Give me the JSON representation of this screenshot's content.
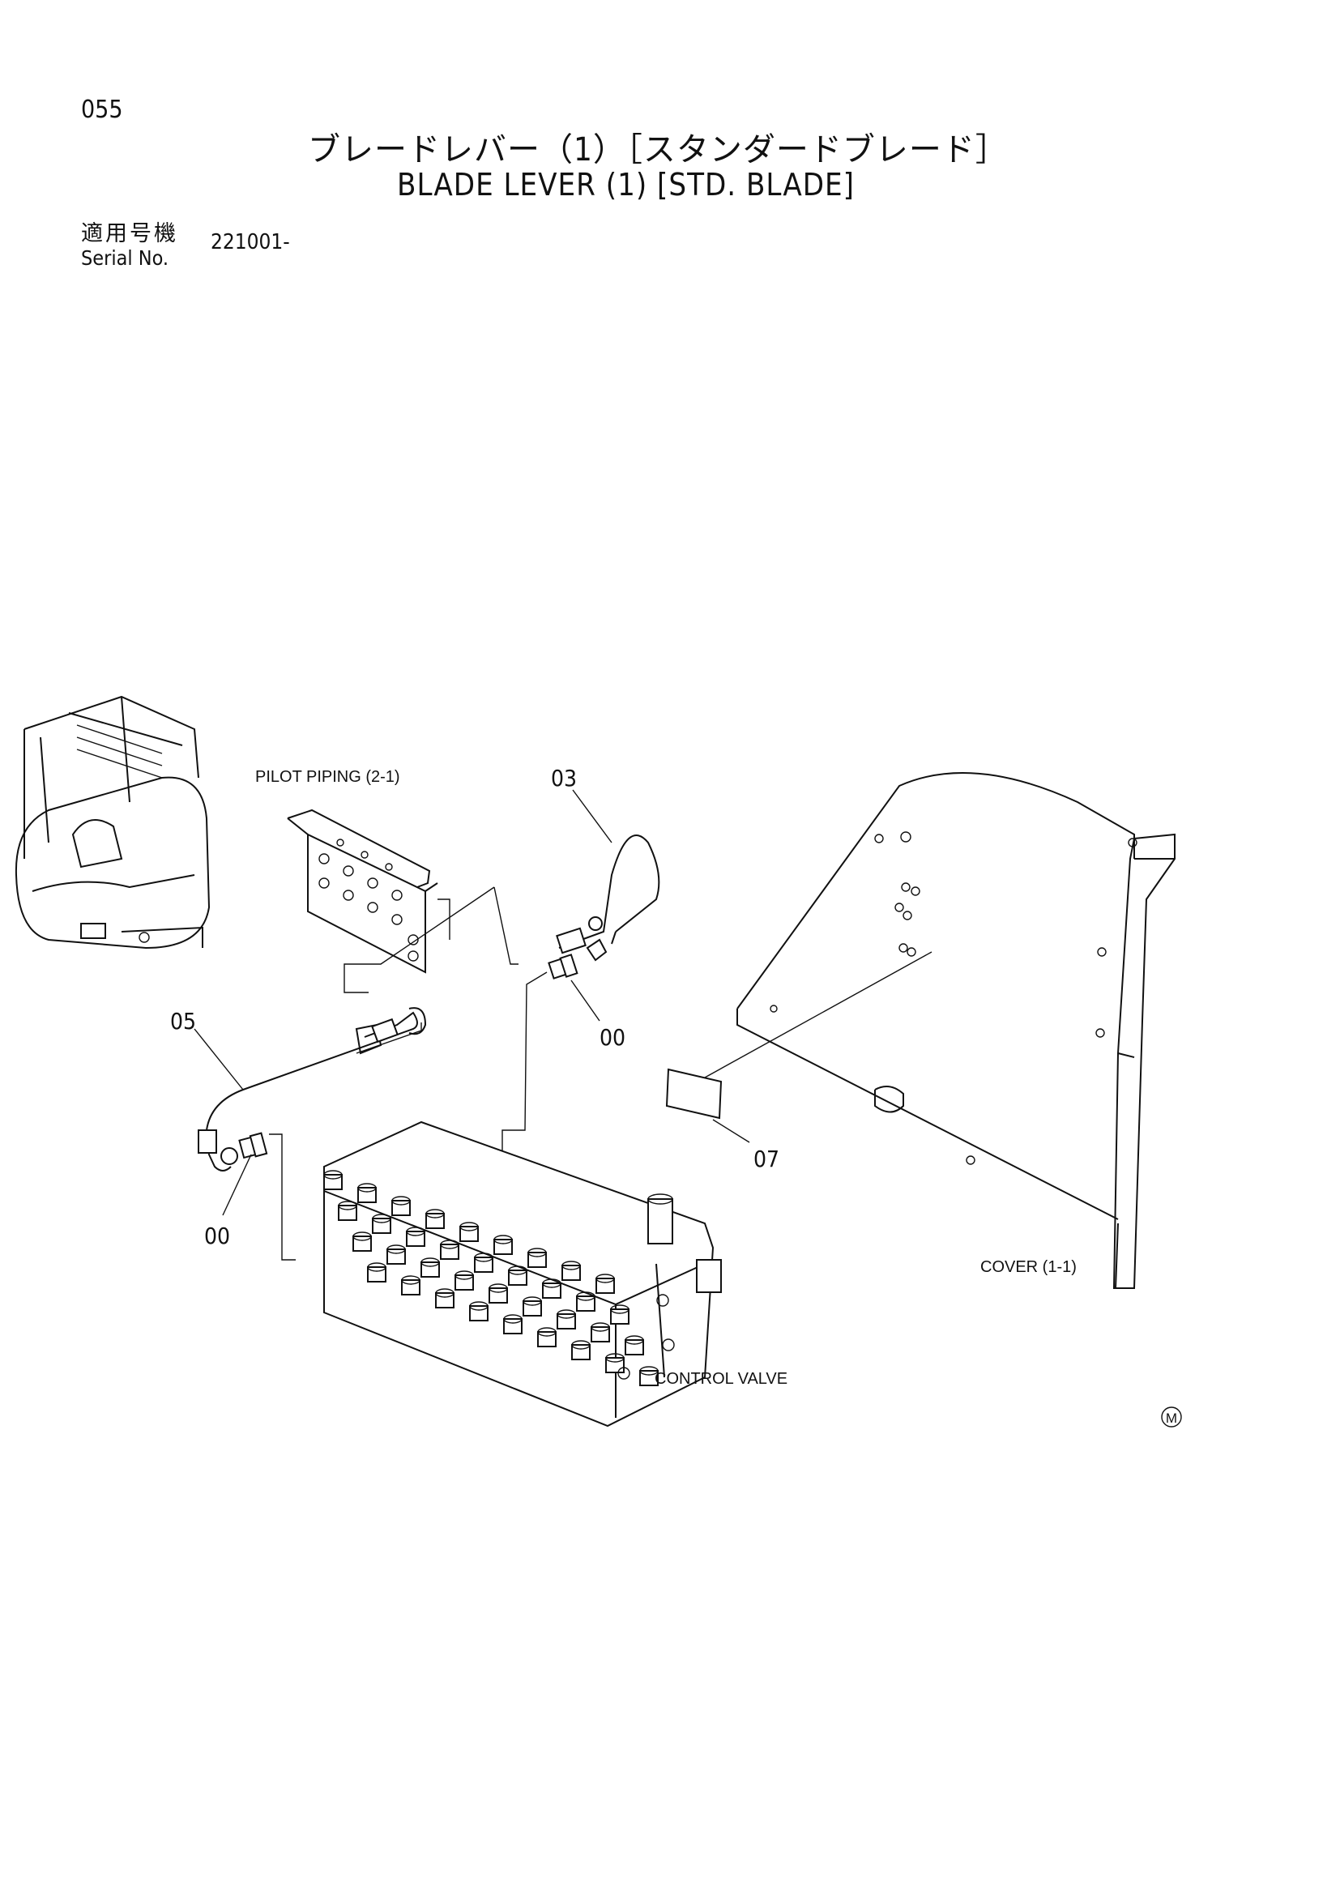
{
  "page": {
    "number": "055",
    "title_jp": "ブレードレバー（1）［スタンダードブレード］",
    "title_en": "BLADE LEVER (1) [STD. BLADE]",
    "serial_label_jp": "適用号機",
    "serial_label_en": "Serial No.",
    "serial_value": "221001-"
  },
  "diagram": {
    "labels": {
      "pilot_piping": "PILOT PIPING (2-1)",
      "cover": "COVER (1-1)",
      "control_valve": "CONTROL VALVE"
    },
    "callouts": {
      "part_03": "03",
      "part_05": "05",
      "part_00_upper": "00",
      "part_00_lower": "00",
      "part_07": "07"
    },
    "mark": "M"
  }
}
